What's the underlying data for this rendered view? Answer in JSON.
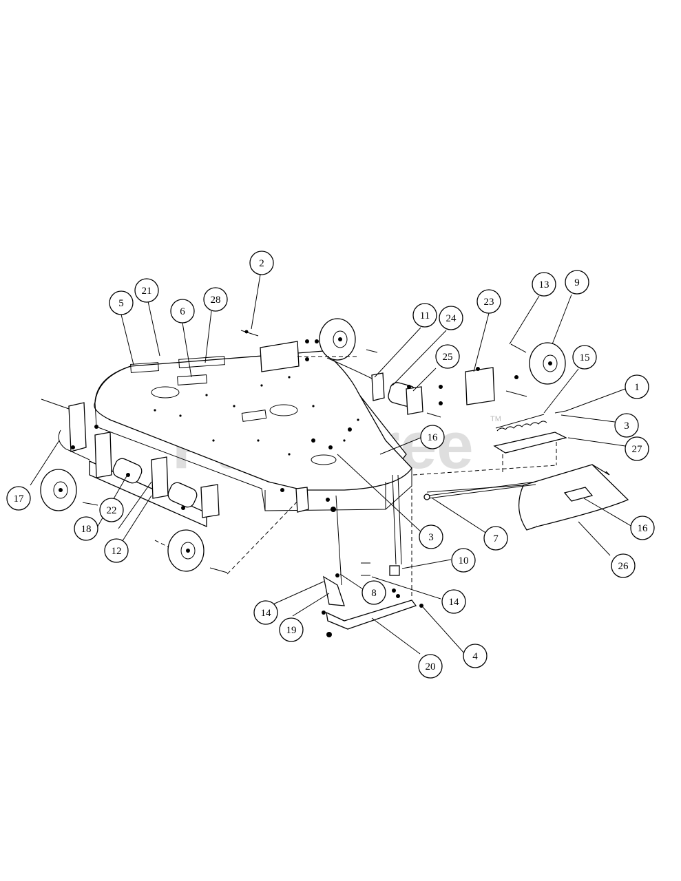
{
  "watermark": {
    "brand": "PartsTree",
    "trademark": "TM"
  },
  "callouts": [
    {
      "id": "c1",
      "label": "1"
    },
    {
      "id": "c2",
      "label": "2"
    },
    {
      "id": "c3a",
      "label": "3"
    },
    {
      "id": "c3b",
      "label": "3"
    },
    {
      "id": "c4",
      "label": "4"
    },
    {
      "id": "c5",
      "label": "5"
    },
    {
      "id": "c6",
      "label": "6"
    },
    {
      "id": "c7",
      "label": "7"
    },
    {
      "id": "c8",
      "label": "8"
    },
    {
      "id": "c9",
      "label": "9"
    },
    {
      "id": "c10",
      "label": "10"
    },
    {
      "id": "c11",
      "label": "11"
    },
    {
      "id": "c12",
      "label": "12"
    },
    {
      "id": "c13",
      "label": "13"
    },
    {
      "id": "c14a",
      "label": "14"
    },
    {
      "id": "c14b",
      "label": "14"
    },
    {
      "id": "c15",
      "label": "15"
    },
    {
      "id": "c16a",
      "label": "16"
    },
    {
      "id": "c16b",
      "label": "16"
    },
    {
      "id": "c17",
      "label": "17"
    },
    {
      "id": "c18",
      "label": "18"
    },
    {
      "id": "c19",
      "label": "19"
    },
    {
      "id": "c20",
      "label": "20"
    },
    {
      "id": "c21",
      "label": "21"
    },
    {
      "id": "c22",
      "label": "22"
    },
    {
      "id": "c23",
      "label": "23"
    },
    {
      "id": "c24",
      "label": "24"
    },
    {
      "id": "c25",
      "label": "25"
    },
    {
      "id": "c26",
      "label": "26"
    },
    {
      "id": "c27",
      "label": "27"
    },
    {
      "id": "c28",
      "label": "28"
    }
  ]
}
